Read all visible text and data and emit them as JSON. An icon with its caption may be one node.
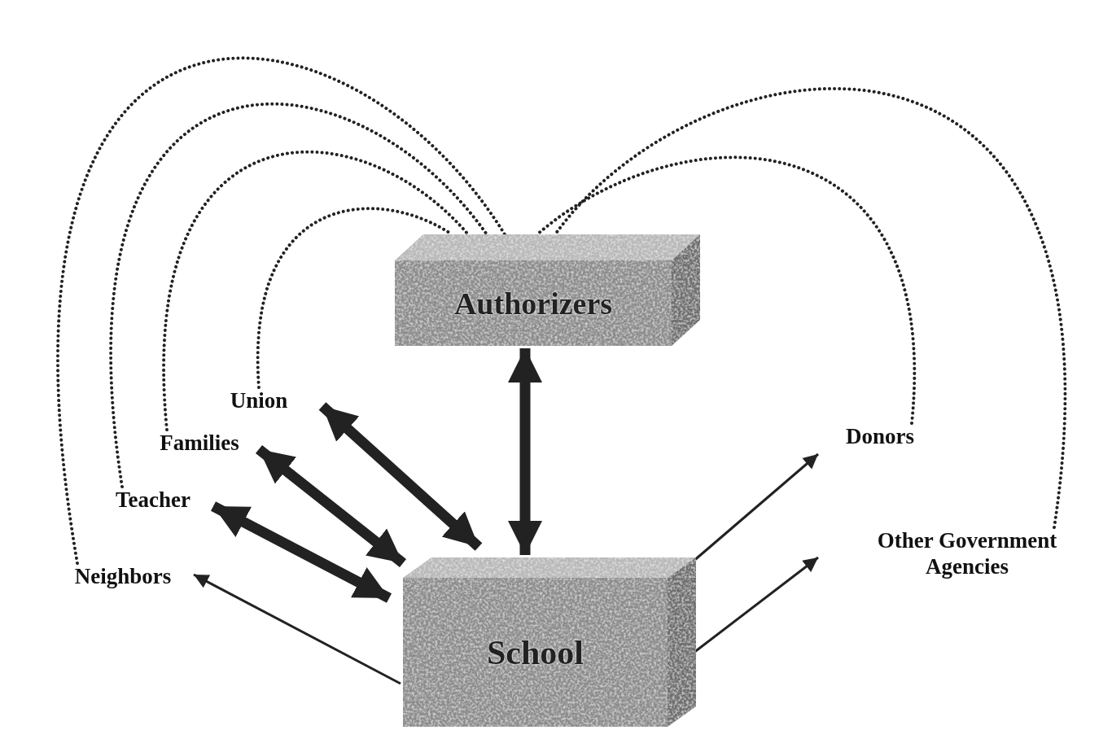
{
  "diagram": {
    "nodes": [
      {
        "text": [
          "Authorizers"
        ]
      },
      {
        "text": [
          "School"
        ]
      },
      {
        "text": [
          "Union"
        ]
      },
      {
        "text": [
          "Families"
        ]
      },
      {
        "text": [
          "Teacher"
        ]
      },
      {
        "text": [
          "Neighbors"
        ]
      },
      {
        "text": [
          "Donors"
        ]
      },
      {
        "text": [
          "Other Government Agencies"
        ]
      }
    ],
    "edges": [
      {
        "from": 0,
        "to": 1,
        "arrow": "both",
        "style": "thick"
      },
      {
        "from": 2,
        "to": 1,
        "arrow": "both",
        "style": "thick"
      },
      {
        "from": 3,
        "to": 1,
        "arrow": "both",
        "style": "thick"
      },
      {
        "from": 4,
        "to": 1,
        "arrow": "both",
        "style": "thick"
      },
      {
        "from": 1,
        "to": 5,
        "arrow": "to"
      },
      {
        "from": 1,
        "to": 6,
        "arrow": "to"
      },
      {
        "from": 1,
        "to": 7,
        "arrow": "to"
      },
      {
        "from": 2,
        "to": 0,
        "arrow": "none",
        "style": "dashed"
      },
      {
        "from": 3,
        "to": 0,
        "arrow": "none",
        "style": "dashed"
      },
      {
        "from": 4,
        "to": 0,
        "arrow": "none",
        "style": "dashed"
      },
      {
        "from": 5,
        "to": 0,
        "arrow": "none",
        "style": "dashed"
      },
      {
        "from": 6,
        "to": 0,
        "arrow": "none",
        "style": "dashed"
      },
      {
        "from": 7,
        "to": 0,
        "arrow": "none",
        "style": "dashed"
      }
    ]
  }
}
